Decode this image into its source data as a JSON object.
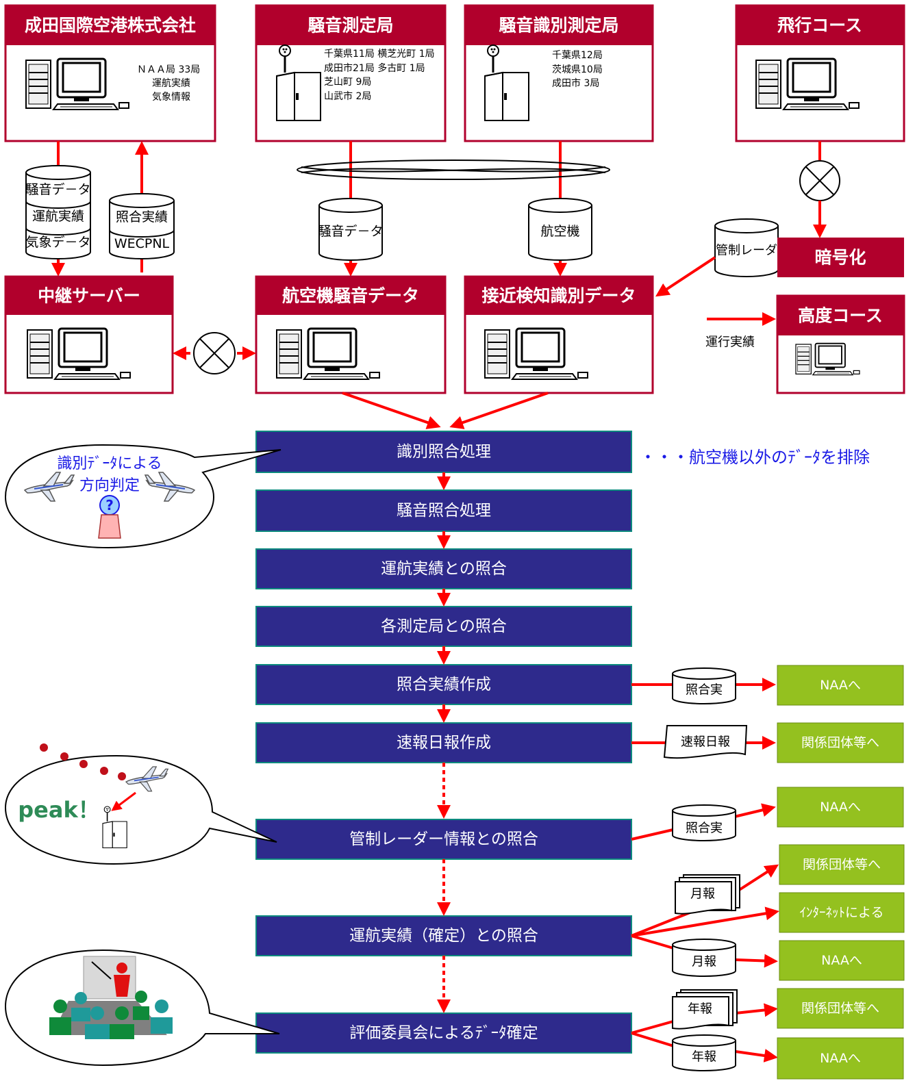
{
  "top_boxes": {
    "naa": {
      "title": "成田国際空港株式会社",
      "lines": [
        "ＮＡＡ局 33局",
        "運航実績",
        "気象情報"
      ]
    },
    "noise_station": {
      "title": "騒音測定局",
      "lines": [
        "千葉県11局  横芝光町 1局",
        "成田市21局  多古町 1局",
        "芝山町 9局",
        "山武市 2局"
      ]
    },
    "id_station": {
      "title": "騒音識別測定局",
      "lines": [
        "千葉県12局",
        "茨城県10局",
        "成田市 3局"
      ]
    },
    "flight_course": {
      "title": "飛行コース"
    }
  },
  "cylinders": {
    "stack_left": [
      "騒音デ－タ",
      "運航実績",
      "気象デ－タ"
    ],
    "stack_right": [
      "照合実績",
      "WECPNL"
    ],
    "noise_data": "騒音デ－タ",
    "aircraft": "航空機",
    "radar": "管制レーダ"
  },
  "mid_boxes": {
    "relay": "中継サーバー",
    "aircraft_noise": "航空機騒音データ",
    "approach": "接近検知識別データ",
    "encrypt": "暗号化",
    "altitude": "高度コース"
  },
  "legend": {
    "label": "運行実績"
  },
  "process_steps": [
    "識別照合処理",
    "騒音照合処理",
    "運航実績との照合",
    "各測定局との照合",
    "照合実績作成",
    "速報日報作成",
    "管制レーダー情報との照合",
    "運航実績（確定）との照合",
    "評価委員会によるﾃﾞｰﾀ確定"
  ],
  "annotation": "・・・航空機以外のﾃﾞｰﾀを排除",
  "bubbles": {
    "direction": [
      "識別ﾃﾞｰﾀによる",
      "方向判定"
    ],
    "peak": "peak！"
  },
  "media": {
    "m1": "照合実",
    "m2": "速報日報",
    "m3": "照合実",
    "m4": "月報",
    "m5": "月報",
    "m6": "年報",
    "m7": "年報"
  },
  "outputs": [
    "NAAへ",
    "関係団体等へ",
    "NAAへ",
    "関係団体等へ",
    "ｲﾝﾀｰﾈｯﾄによる",
    "NAAへ",
    "関係団体等へ",
    "NAAへ"
  ],
  "colors": {
    "header": "#b1002c",
    "process": "#2e2a8c",
    "output": "#94c11f",
    "arrow": "#ff0000"
  }
}
